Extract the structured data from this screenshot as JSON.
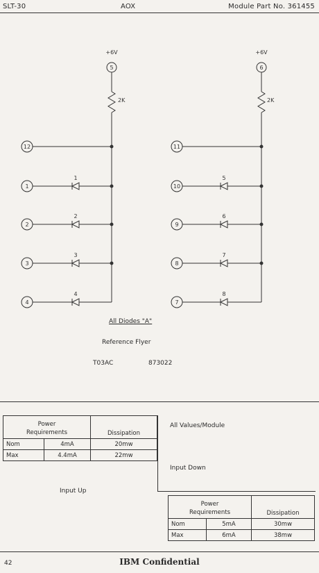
{
  "header": {
    "left": "SLT-30",
    "center": "AOX",
    "right": "Module Part No. 361455"
  },
  "schematic": {
    "left_circuit": {
      "supply_label": "+6V",
      "supply_pin": "5",
      "resistor_label": "2K",
      "output_pin": "12",
      "inputs": [
        {
          "pin": "1",
          "diode": "1"
        },
        {
          "pin": "2",
          "diode": "2"
        },
        {
          "pin": "3",
          "diode": "3"
        },
        {
          "pin": "4",
          "diode": "4"
        }
      ]
    },
    "right_circuit": {
      "supply_label": "+6V",
      "supply_pin": "6",
      "resistor_label": "2K",
      "output_pin": "11",
      "inputs": [
        {
          "pin": "10",
          "diode": "5"
        },
        {
          "pin": "9",
          "diode": "6"
        },
        {
          "pin": "8",
          "diode": "7"
        },
        {
          "pin": "7",
          "diode": "8"
        }
      ]
    }
  },
  "notes": {
    "diodes": "All Diodes \"A\"",
    "reference": "Reference Flyer",
    "code1": "T03AC",
    "code2": "873022"
  },
  "power": {
    "all_values": "All Values/Module",
    "input_up_label": "Input Up",
    "input_down_label": "Input Down",
    "input_up": {
      "header_top": "Power",
      "header_req": "Requirements",
      "header_diss": "Dissipation",
      "rows": [
        {
          "label": "Nom",
          "req": "4mA",
          "diss": "20mw"
        },
        {
          "label": "Max",
          "req": "4.4mA",
          "diss": "22mw"
        }
      ]
    },
    "input_down": {
      "header_top": "Power",
      "header_req": "Requirements",
      "header_diss": "Dissipation",
      "rows": [
        {
          "label": "Nom",
          "req": "5mA",
          "diss": "30mw"
        },
        {
          "label": "Max",
          "req": "6mA",
          "diss": "38mw"
        }
      ]
    }
  },
  "footer": {
    "page": "42",
    "confidential": "IBM Confidential"
  }
}
